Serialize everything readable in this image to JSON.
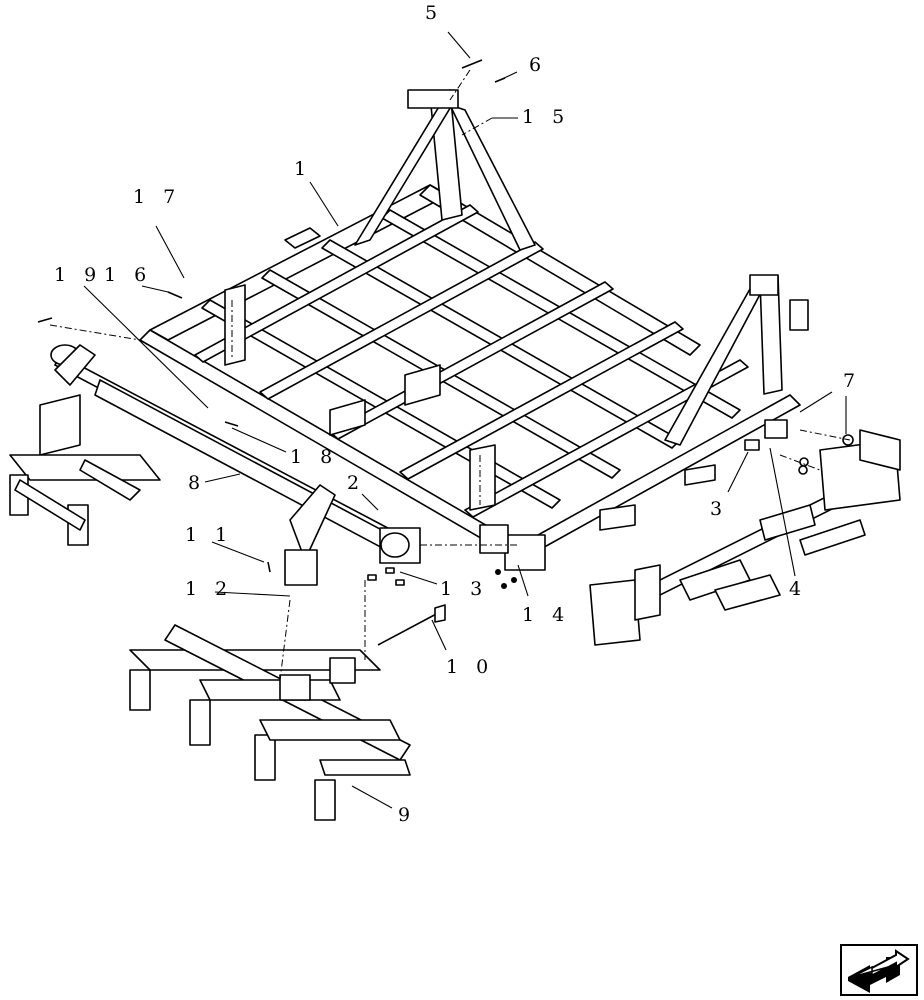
{
  "callouts": [
    {
      "id": "c1",
      "label": "1"
    },
    {
      "id": "c2",
      "label": "2"
    },
    {
      "id": "c3",
      "label": "3"
    },
    {
      "id": "c4",
      "label": "4"
    },
    {
      "id": "c5",
      "label": "5"
    },
    {
      "id": "c6",
      "label": "6"
    },
    {
      "id": "c7",
      "label": "7"
    },
    {
      "id": "c8",
      "label": "8"
    },
    {
      "id": "c9",
      "label": "9"
    },
    {
      "id": "c10",
      "label": "1 0"
    },
    {
      "id": "c11",
      "label": "1 1"
    },
    {
      "id": "c12",
      "label": "1 2"
    },
    {
      "id": "c13",
      "label": "1 3"
    },
    {
      "id": "c14",
      "label": "1 4"
    },
    {
      "id": "c15",
      "label": "1 5"
    },
    {
      "id": "c16",
      "label": "1 6"
    },
    {
      "id": "c17",
      "label": "1 7"
    },
    {
      "id": "c18",
      "label": "1 8"
    },
    {
      "id": "c19",
      "label": "1 9"
    }
  ],
  "nav": {
    "icon": "next-page-arrow-icon"
  }
}
